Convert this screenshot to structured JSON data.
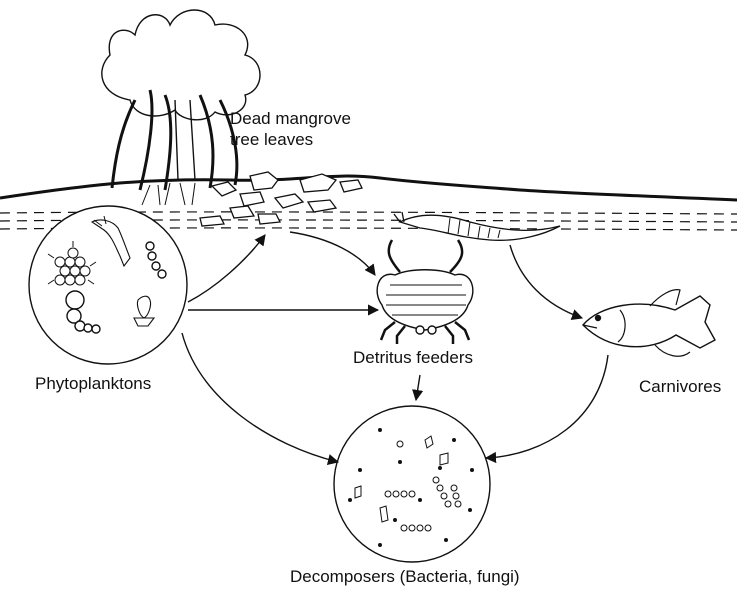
{
  "labels": {
    "dead_leaves_line1": "Dead mangrove",
    "dead_leaves_line2": "tree leaves",
    "phytoplanktons": "Phytoplanktons",
    "detritus_feeders": "Detritus feeders",
    "carnivores": "Carnivores",
    "decomposers": "Decomposers (Bacteria, fungi)"
  },
  "colors": {
    "ink": "#111111",
    "background": "#ffffff"
  },
  "icons": [
    "mangrove-tree-icon",
    "leaf-litter-icon",
    "water-surface-icon",
    "phytoplankton-circle-icon",
    "shrimp-icon",
    "worm-icon",
    "detritus-crab-icon",
    "fish-icon",
    "decomposer-circle-icon"
  ]
}
